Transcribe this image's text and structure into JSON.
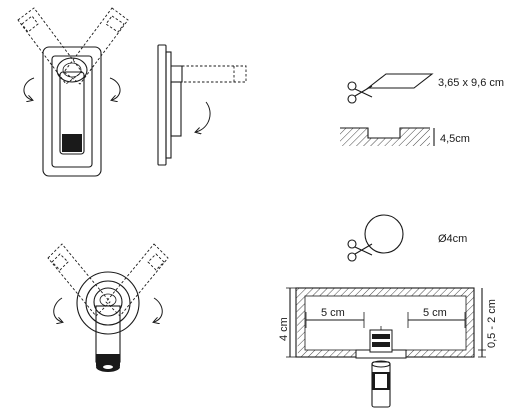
{
  "labels": {
    "cut_size": "3,65 x 9,6 cm",
    "depth": "4,5cm",
    "diameter": "Ø4cm",
    "clearance_left": "5 cm",
    "clearance_right": "5 cm",
    "height": "4 cm",
    "panel_thickness": "0,5 - 2 cm"
  },
  "icons": {
    "scissors": "scissors-icon",
    "rotate": "rotate-arrow-icon"
  },
  "colors": {
    "line": "#1a1a1a",
    "background": "#ffffff"
  }
}
